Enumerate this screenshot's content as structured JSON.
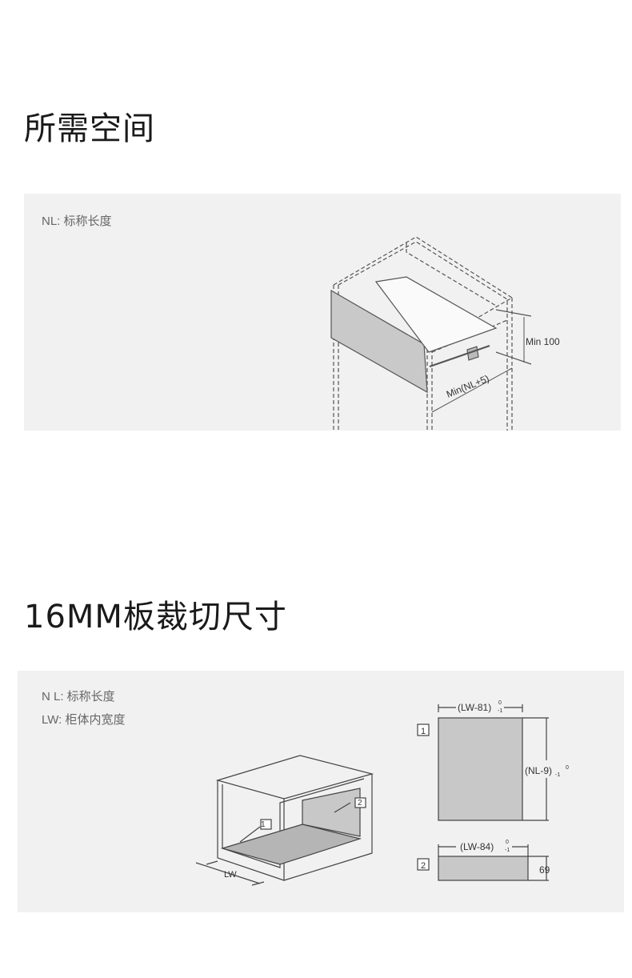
{
  "section1": {
    "title": "所需空间",
    "legend": [
      "NL: 标称长度"
    ],
    "dim_height": "Min 100",
    "dim_depth": "Min(NL+5)"
  },
  "section2": {
    "title": "16MM板裁切尺寸",
    "legend": [
      "N L: 标称长度",
      "LW: 柜体内宽度"
    ],
    "label_lw": "LW",
    "part1_marker": "1",
    "part2_marker": "2",
    "part1_width": "(LW-81)",
    "part1_width_tol_upper": "0",
    "part1_width_tol_lower": "-1",
    "part1_length": "(NL-9)",
    "part1_length_tol_lower": "-1",
    "part1_length_tol_upper": "0",
    "part2_width": "(LW-84)",
    "part2_width_tol_upper": "0",
    "part2_width_tol_lower": "-1",
    "part2_height": "69"
  }
}
